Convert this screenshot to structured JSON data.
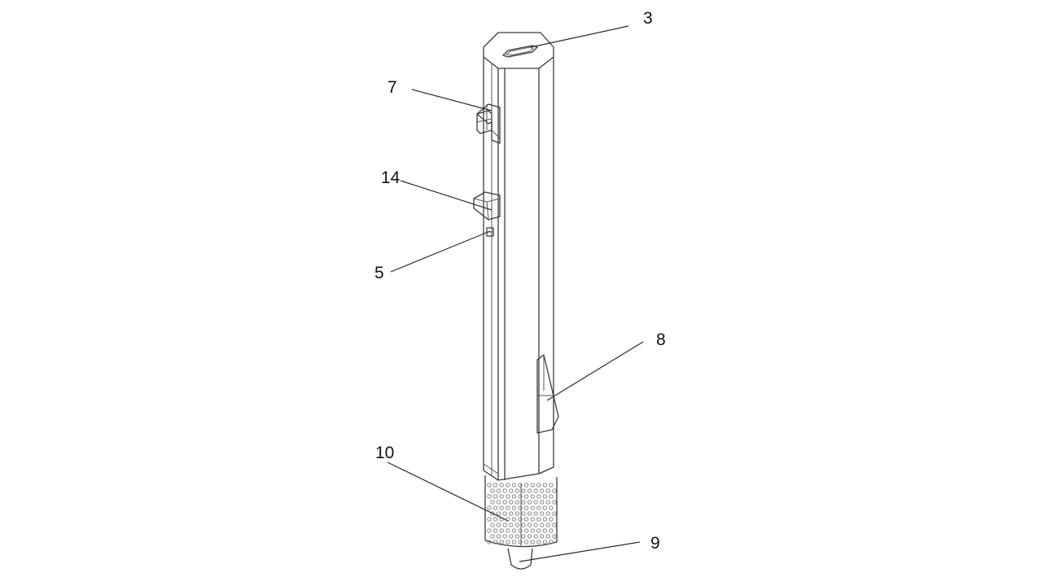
{
  "figure": {
    "callouts": [
      {
        "id": "3",
        "label": "3"
      },
      {
        "id": "7",
        "label": "7"
      },
      {
        "id": "14",
        "label": "14"
      },
      {
        "id": "5",
        "label": "5"
      },
      {
        "id": "8",
        "label": "8"
      },
      {
        "id": "10",
        "label": "10"
      },
      {
        "id": "9",
        "label": "9"
      }
    ],
    "colors": {
      "line": "#3a3a3a",
      "background": "#ffffff"
    }
  }
}
